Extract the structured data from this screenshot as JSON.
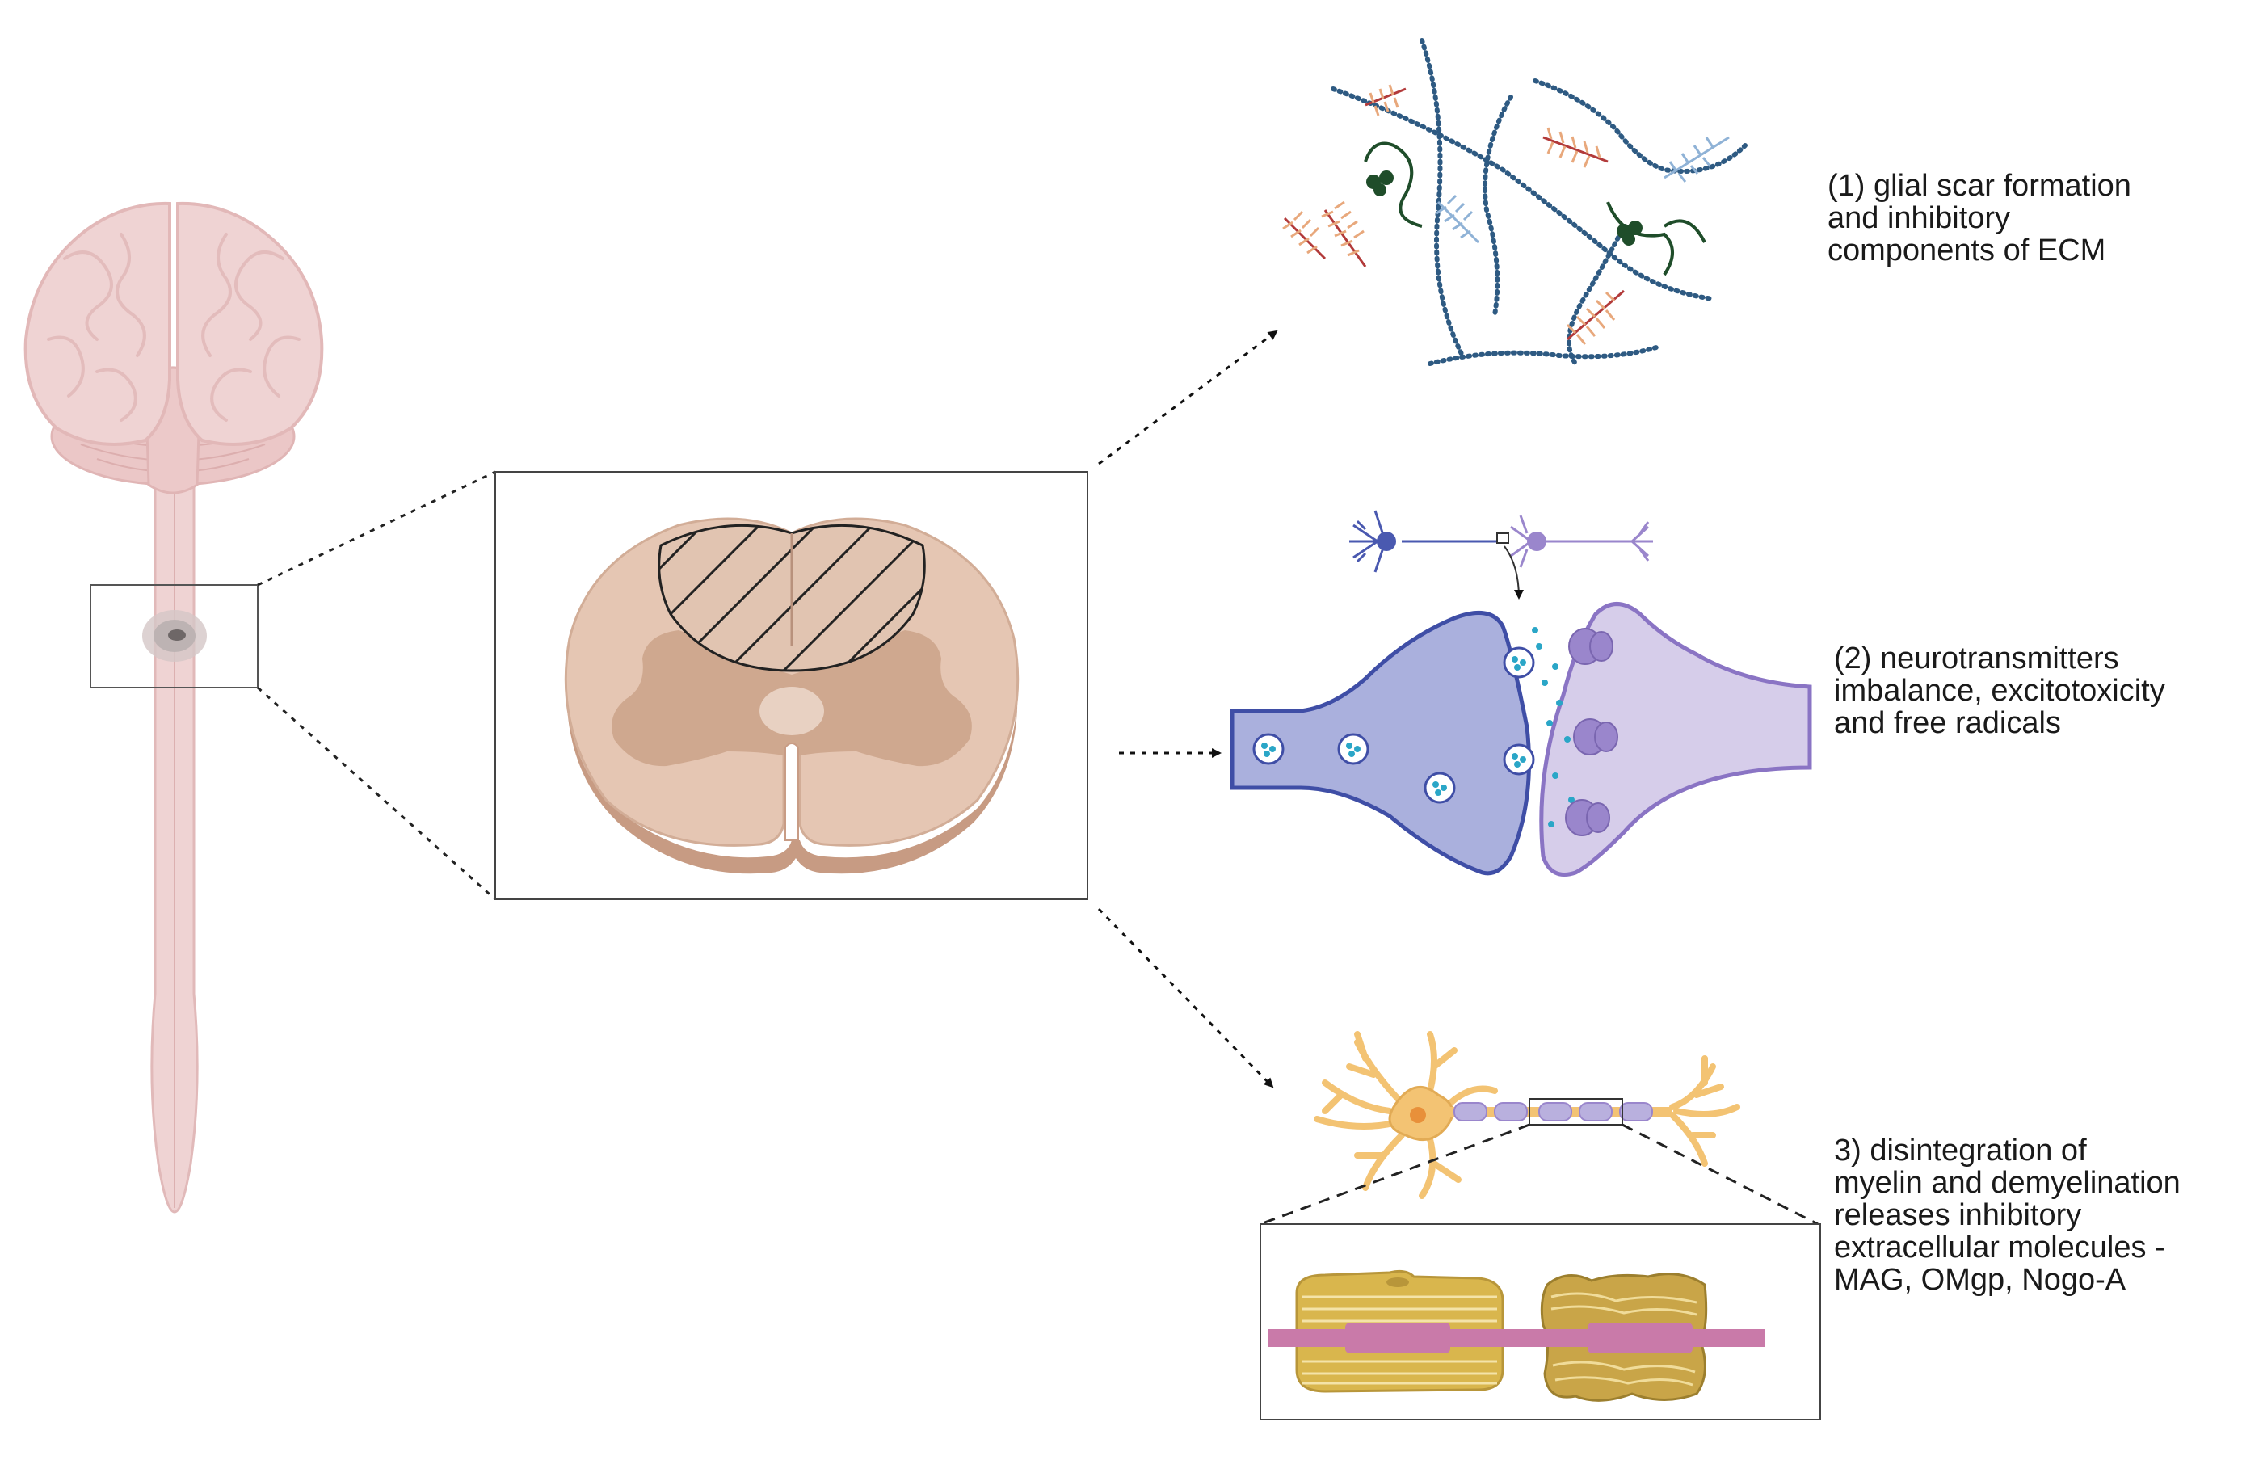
{
  "captions": {
    "glial_scar": "(1) glial scar formation\nand inhibitory\ncomponents of ECM",
    "neurotransmitters": "(2) neurotransmitters\nimbalance, excitotoxicity\nand free radicals",
    "demyelination": "3) disintegration of\nmyelin and demyelination\nreleases inhibitory\nextracellular molecules -\nMAG, OMgp, Nogo-A"
  },
  "colors": {
    "brain_tissue": "#efd3d3",
    "brain_outline": "#e4bcbc",
    "cord_white_matter": "#e3c6b2",
    "cord_gray_matter": "#cfa98f",
    "cord_edge": "#c49a84",
    "ecm_blue": "#2e5a82",
    "ecm_green": "#1f4d2a",
    "ecm_orange": "#e8a87c",
    "ecm_red": "#b23a3a",
    "ecm_lightblue": "#8fb2d6",
    "presynaptic_fill": "#aab0dd",
    "presynaptic_edge": "#3f4ea6",
    "postsynaptic_fill": "#d6cdea",
    "postsynaptic_edge": "#8a74c4",
    "receptor": "#9a86cc",
    "vesicle_dot": "#2aa6c7",
    "neuron_body": "#f3c373",
    "neuron_edge": "#d9a24a",
    "myelin": "#d9b64d",
    "axon_pink": "#c97aa9"
  }
}
